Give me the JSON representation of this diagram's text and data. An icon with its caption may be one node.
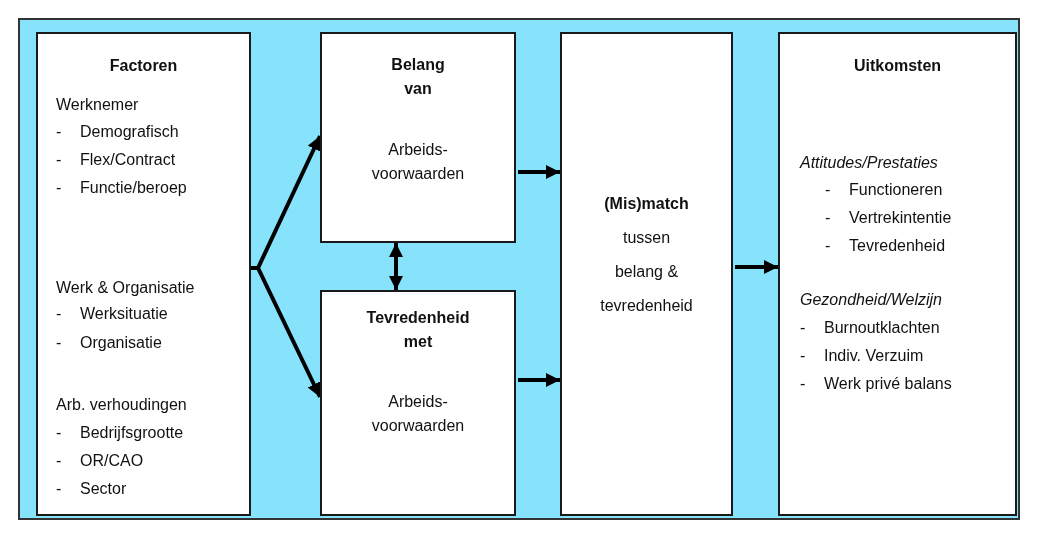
{
  "diagram": {
    "nodes": [
      {
        "text": [
          "Factoren",
          "Werknemer",
          "- Demografisch",
          "- Flex/Contract",
          "- Functie/beroep",
          "Werk & Organisatie",
          "- Werksituatie",
          "- Organisatie",
          "Arb. verhoudingen",
          "- Bedrijfsgrootte",
          "- OR/CAO",
          "- Sector"
        ]
      },
      {
        "text": [
          "Belang van",
          "Arbeids- voorwaarden"
        ]
      },
      {
        "text": [
          "Tevredenheid met",
          "Arbeids- voorwaarden"
        ]
      },
      {
        "text": [
          "**(Mis)match** tussen belang & tevredenheid"
        ]
      },
      {
        "text": [
          "Uitkomsten",
          "Attitudes/Prestaties",
          "- Functioneren",
          "- Vertrekintentie",
          "- Tevredenheid",
          "Gezondheid/Welzijn",
          "- Burnoutklachten",
          "- Indiv. Verzuim",
          "- Werk privé balans"
        ]
      }
    ],
    "edges": [
      {
        "from": 0,
        "to": 1,
        "arrow": "to"
      },
      {
        "from": 0,
        "to": 2,
        "arrow": "to"
      },
      {
        "from": 1,
        "to": 2,
        "arrow": "both"
      },
      {
        "from": 1,
        "to": 3,
        "arrow": "to"
      },
      {
        "from": 2,
        "to": 3,
        "arrow": "to"
      },
      {
        "from": 3,
        "to": 4,
        "arrow": "to"
      }
    ]
  }
}
